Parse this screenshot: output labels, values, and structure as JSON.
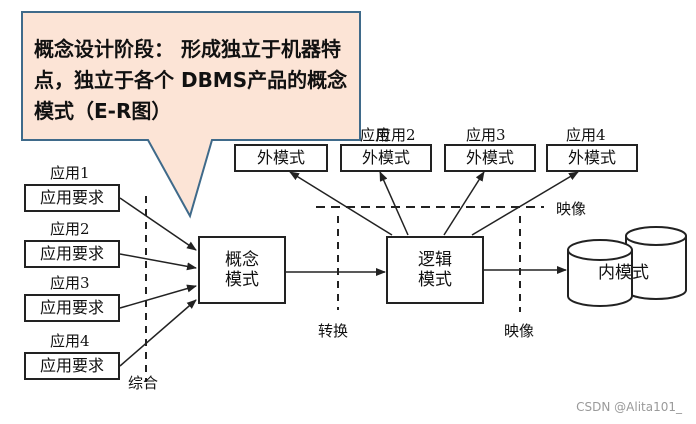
{
  "callout": {
    "text": "概念设计阶段： 形成独立于机器特点，独立于各个 DBMS产品的概念模式（E-R图）"
  },
  "left_apps": [
    {
      "app_label": "应用1",
      "box_label": "应用要求"
    },
    {
      "app_label": "应用2",
      "box_label": "应用要求"
    },
    {
      "app_label": "应用3",
      "box_label": "应用要求"
    },
    {
      "app_label": "应用4",
      "box_label": "应用要求"
    }
  ],
  "integrate_label": "综合",
  "concept_model": {
    "line1": "概念",
    "line2": "模式"
  },
  "convert_label": "转换",
  "logic_model": {
    "line1": "逻辑",
    "line2": "模式"
  },
  "top_apps": [
    {
      "app_label": "",
      "box_label": "外模式"
    },
    {
      "app_label": "应用2",
      "box_label": "外模式"
    },
    {
      "app_label": "应用3",
      "box_label": "外模式"
    },
    {
      "app_label": "应用4",
      "box_label": "外模式"
    }
  ],
  "partial_app_label": "应用",
  "mapping_top_label": "映像",
  "mapping_bottom_label": "映像",
  "internal_model_label": "内模式",
  "watermark": "CSDN @Alita101_",
  "colors": {
    "callout_fill": "#FCE4D6",
    "callout_border": "#3F6A8A",
    "line": "#222222"
  }
}
